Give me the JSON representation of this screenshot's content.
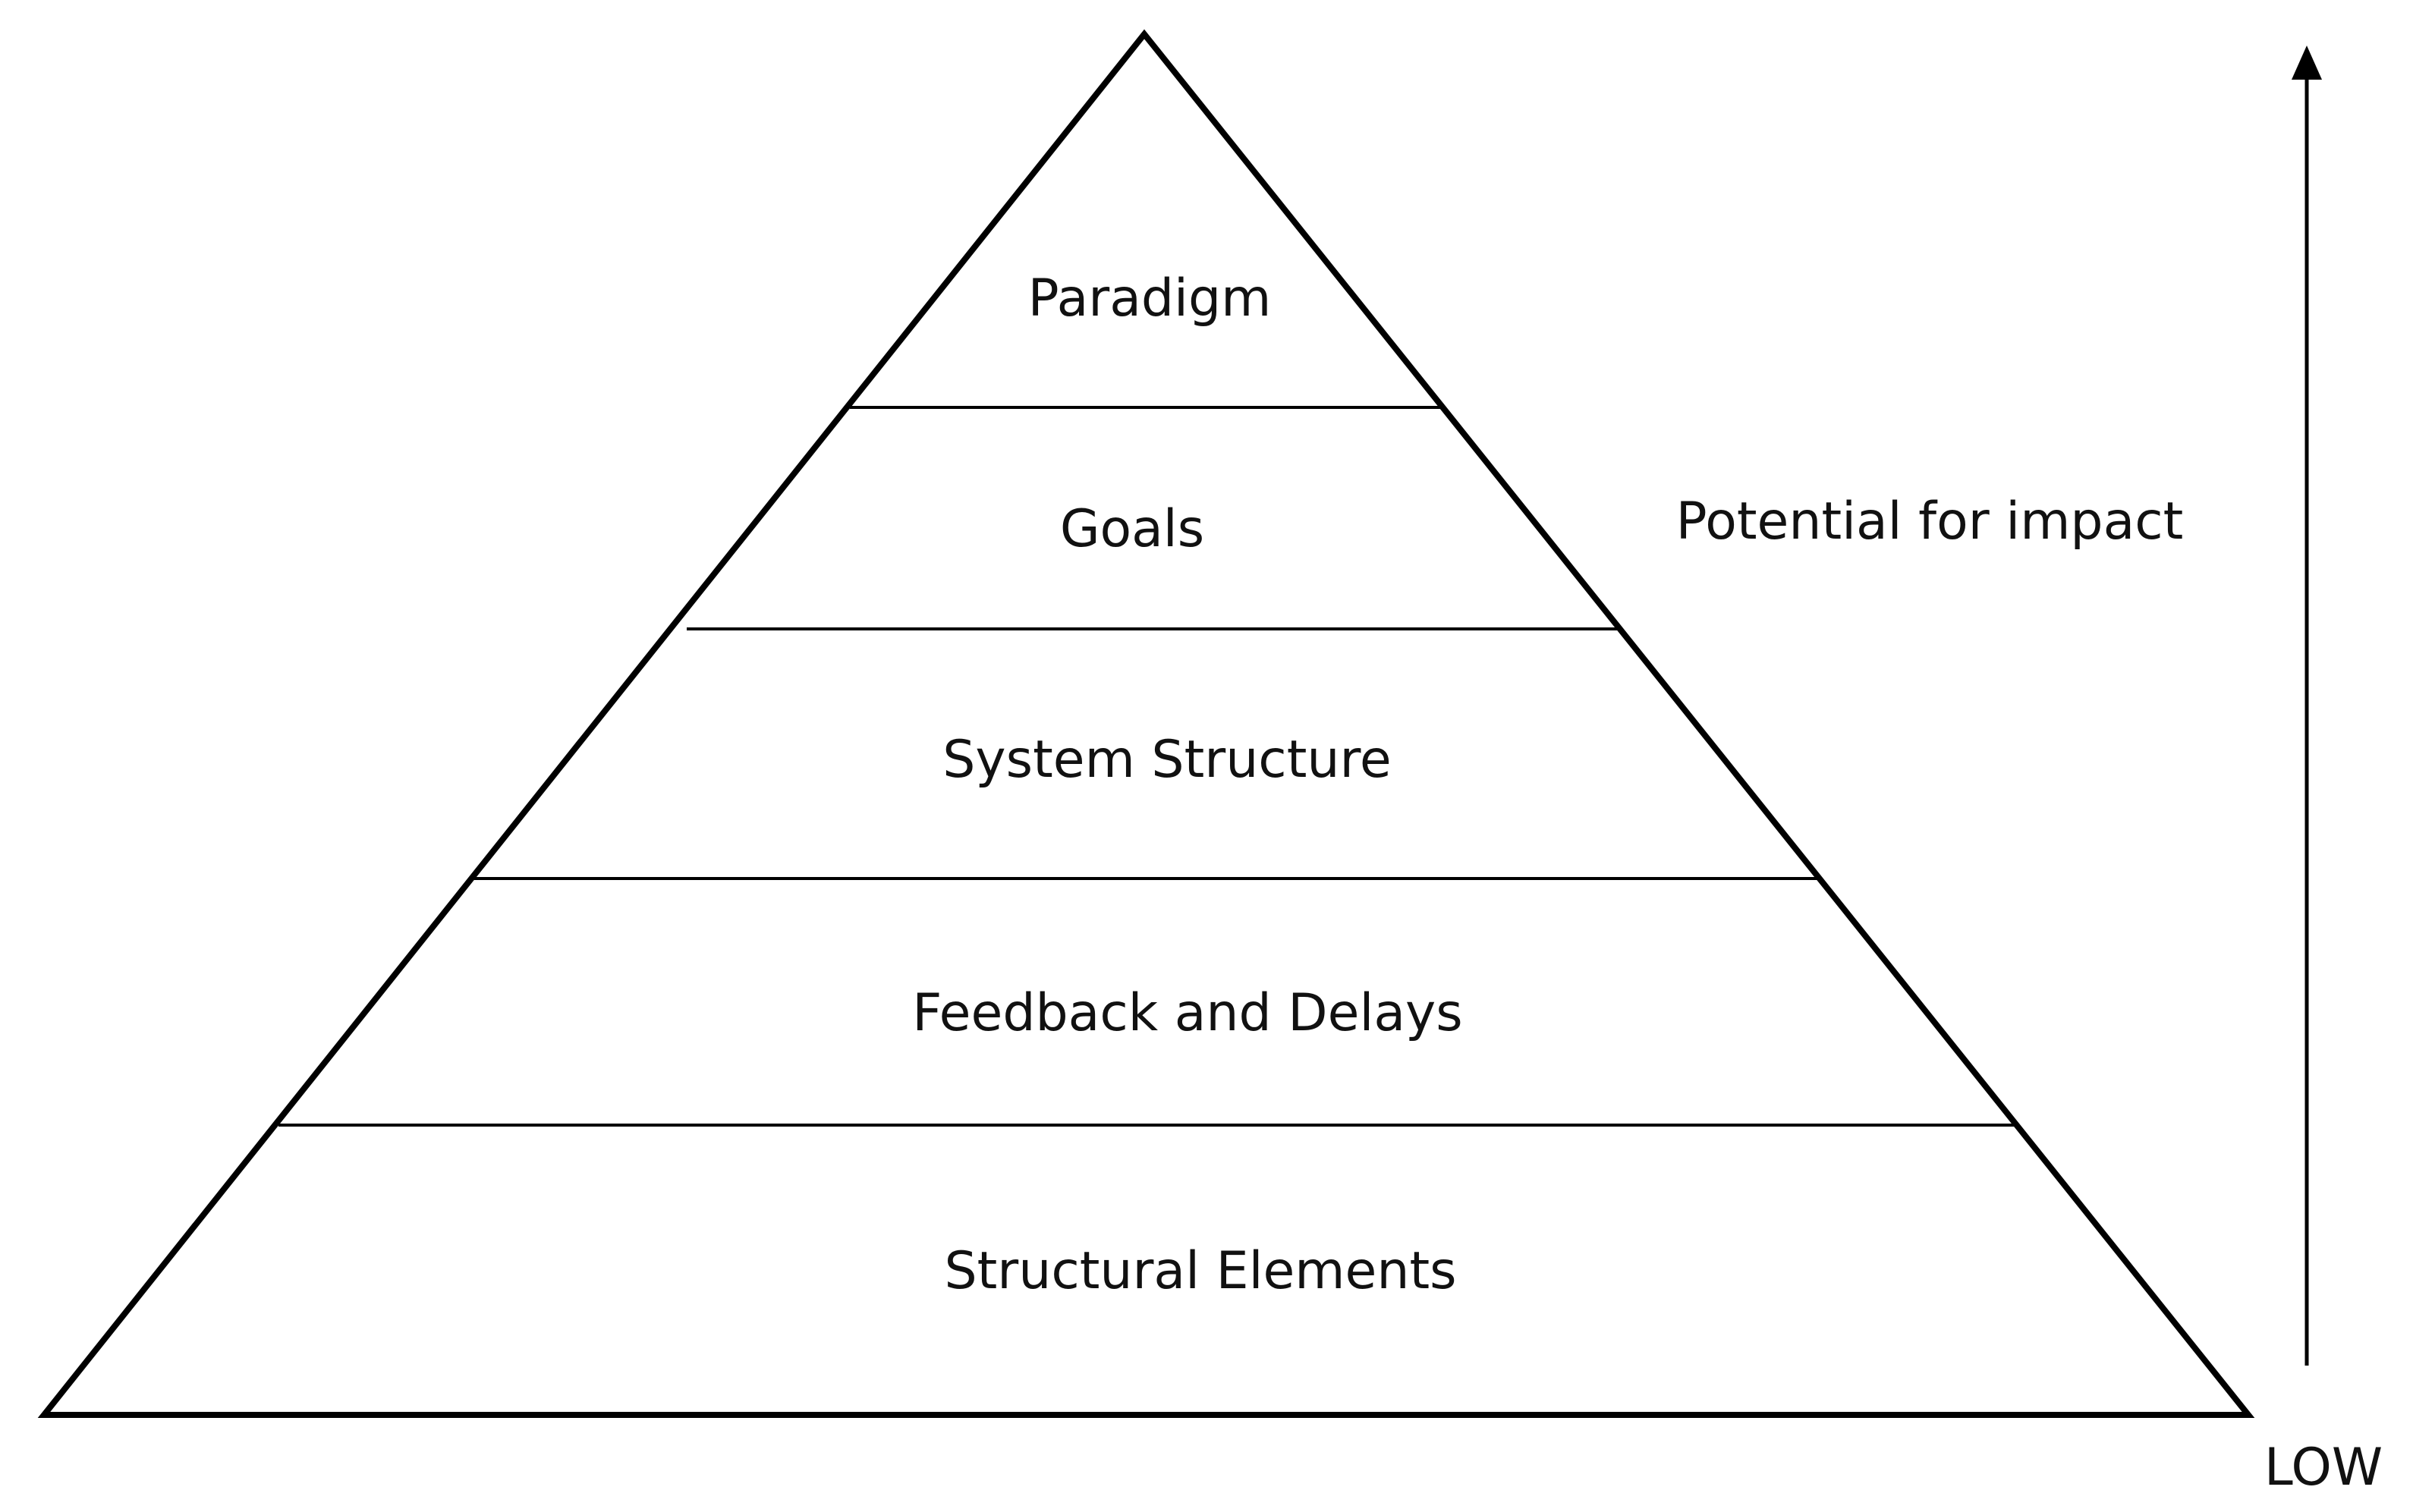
{
  "pyramid": {
    "levels": [
      {
        "label": "Paradigm"
      },
      {
        "label": "Goals"
      },
      {
        "label": "System Structure"
      },
      {
        "label": "Feedback and Delays"
      },
      {
        "label": "Structural Elements"
      }
    ]
  },
  "axis": {
    "label": "Potential for impact",
    "low_label": "LOW"
  },
  "colors": {
    "line": "#000000",
    "text": "#111111",
    "background": "#ffffff"
  }
}
